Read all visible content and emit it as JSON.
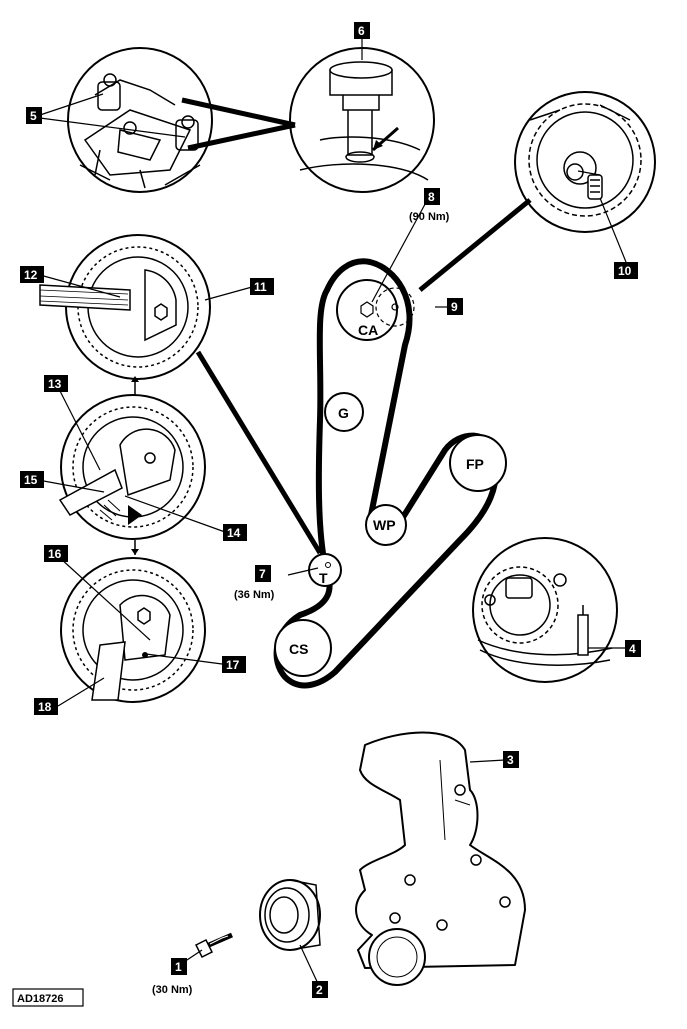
{
  "figure_ref": "AD18726",
  "callouts": {
    "c1": "1",
    "c2": "2",
    "c3": "3",
    "c4": "4",
    "c5": "5",
    "c6": "6",
    "c7": "7",
    "c8": "8",
    "c9": "9",
    "c10": "10",
    "c11": "11",
    "c12": "12",
    "c13": "13",
    "c14": "14",
    "c15": "15",
    "c16": "16",
    "c17": "17",
    "c18": "18"
  },
  "torques": {
    "c1": "(30 Nm)",
    "c7": "(36 Nm)",
    "c8": "(90 Nm)"
  },
  "pulleys": {
    "camshaft": "CA",
    "generator": "G",
    "water_pump": "WP",
    "fuel_pump": "FP",
    "tensioner": "T",
    "crankshaft": "CS"
  },
  "colors": {
    "line": "#000000",
    "label_bg": "#000000",
    "label_fg": "#ffffff",
    "bg": "#ffffff"
  }
}
